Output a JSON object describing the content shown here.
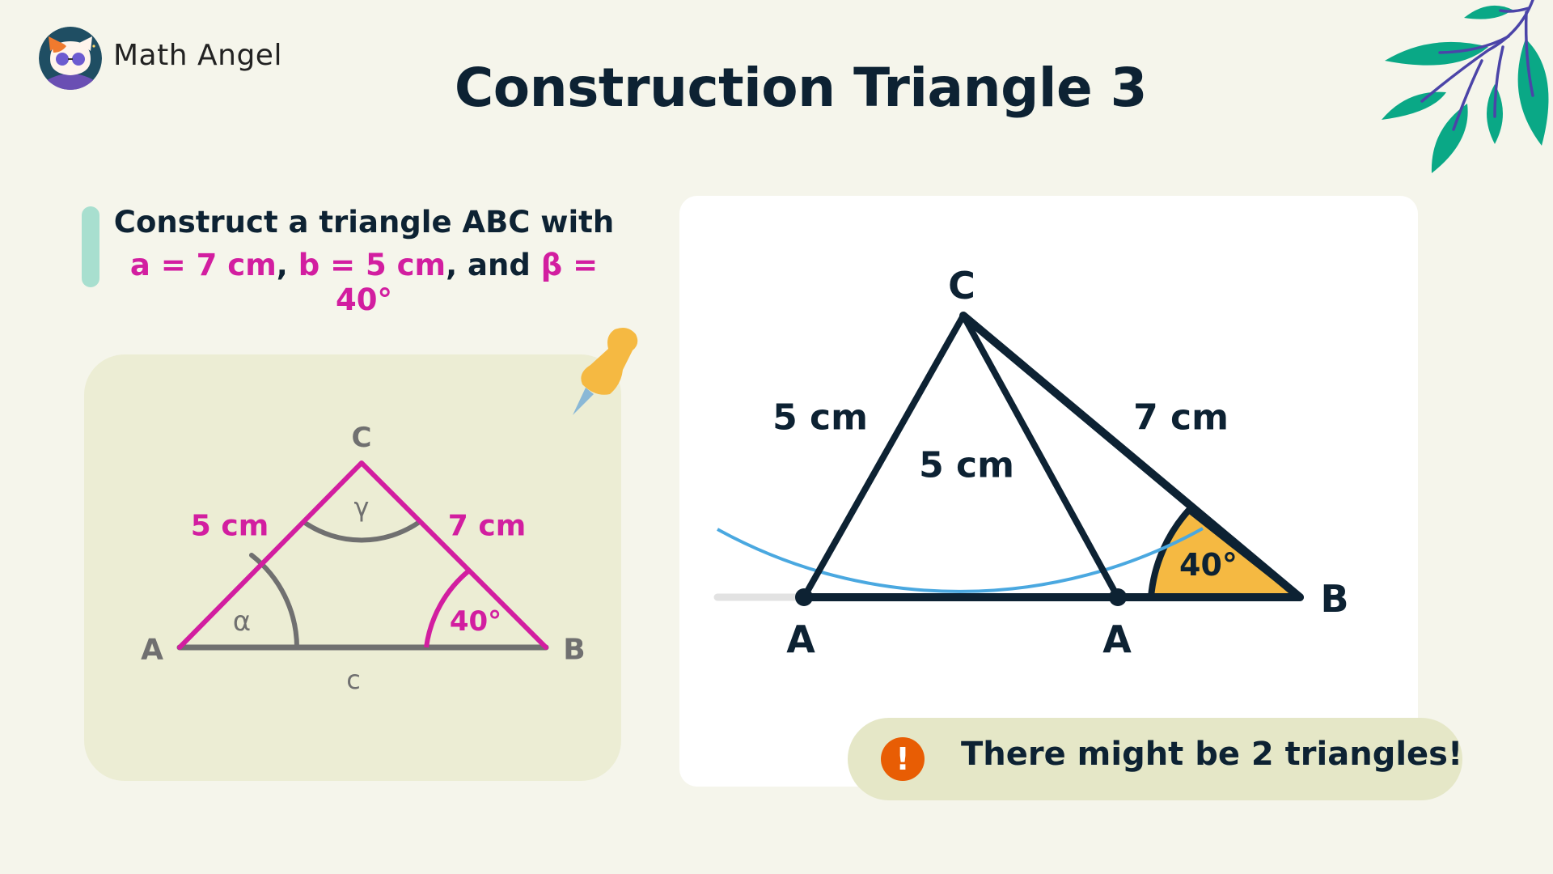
{
  "header": {
    "brand_name": "Math Angel",
    "logo_icon": "cat-with-sunglasses-avatar",
    "title": "Construction Triangle 3",
    "decoration_icon": "leaves-branch"
  },
  "instruction": {
    "line1": "Construct a triangle ABC with",
    "line2_parts": {
      "a": "a = 7 cm",
      "sep1": ", ",
      "b": "b = 5 cm",
      "sep2": ", and ",
      "beta": "β = 40°"
    }
  },
  "reference_triangle": {
    "pin_icon": "pushpin",
    "vertices": {
      "A": "A",
      "B": "B",
      "C": "C"
    },
    "side_labels": {
      "b": "5 cm",
      "a": "7 cm",
      "c": "c"
    },
    "angle_labels": {
      "alpha": "α",
      "beta": "40°",
      "gamma": "γ"
    },
    "colors": {
      "given": "#d21ea0",
      "unknown": "#707070"
    }
  },
  "construction": {
    "vertex_C": "C",
    "vertex_A1": "A",
    "vertex_A2": "A",
    "vertex_B": "B",
    "label_left": "5 cm",
    "label_middle": "5 cm",
    "label_right": "7 cm",
    "angle_label": "40°",
    "colors": {
      "lines": "#0d2233",
      "arc": "#4aa8e0",
      "angle_fill": "#f5b942",
      "ray": "#e2e2e2"
    }
  },
  "notice": {
    "icon": "exclamation-icon",
    "icon_glyph": "!",
    "text": "There might be 2 triangles!",
    "icon_color": "#e85d04"
  }
}
